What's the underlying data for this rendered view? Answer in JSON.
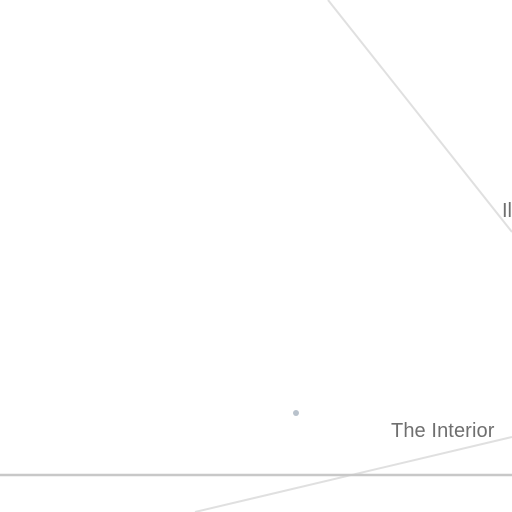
{
  "map": {
    "labels": {
      "region": "The Interior",
      "partial_edge_label": "Il"
    },
    "colors": {
      "background": "#ffffff",
      "road": "#e0e0e0",
      "boundary": "#c8c8c8",
      "label_text": "#6f6f6f",
      "poi_marker": "#b9c2cc"
    },
    "markers": [
      {
        "type": "poi-dot"
      }
    ]
  }
}
